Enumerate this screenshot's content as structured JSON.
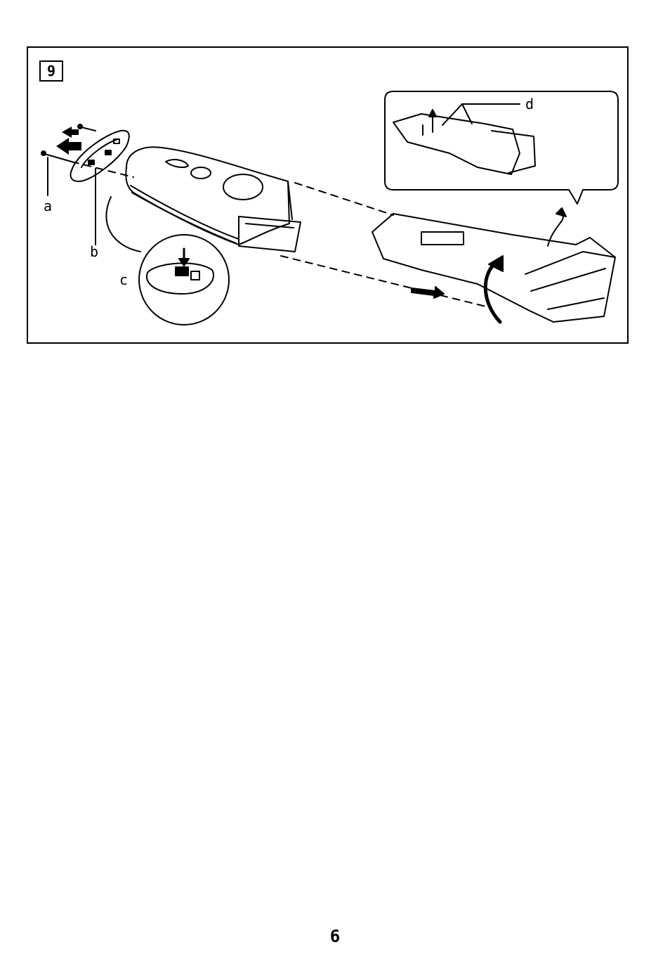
{
  "figure": {
    "step_number": "9",
    "labels": {
      "a": "a",
      "b": "b",
      "c": "c",
      "d": "d"
    }
  },
  "page_number": "6"
}
